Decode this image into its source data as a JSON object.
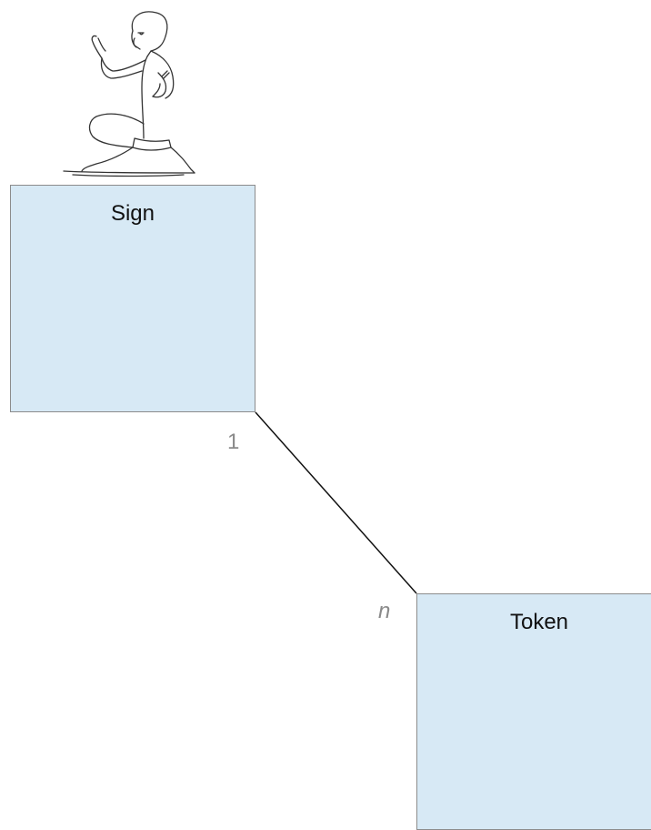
{
  "entities": {
    "sign": {
      "label": "Sign"
    },
    "token": {
      "label": "Token"
    }
  },
  "relationship": {
    "sign_cardinality": "1",
    "token_cardinality": "n"
  },
  "icon": {
    "name": "seated-man-hieroglyph-icon"
  },
  "colors": {
    "entity_fill": "#d7e9f5",
    "entity_border": "#8c8c8c",
    "line": "#111111",
    "cardinality_text": "#8a8a8a"
  }
}
